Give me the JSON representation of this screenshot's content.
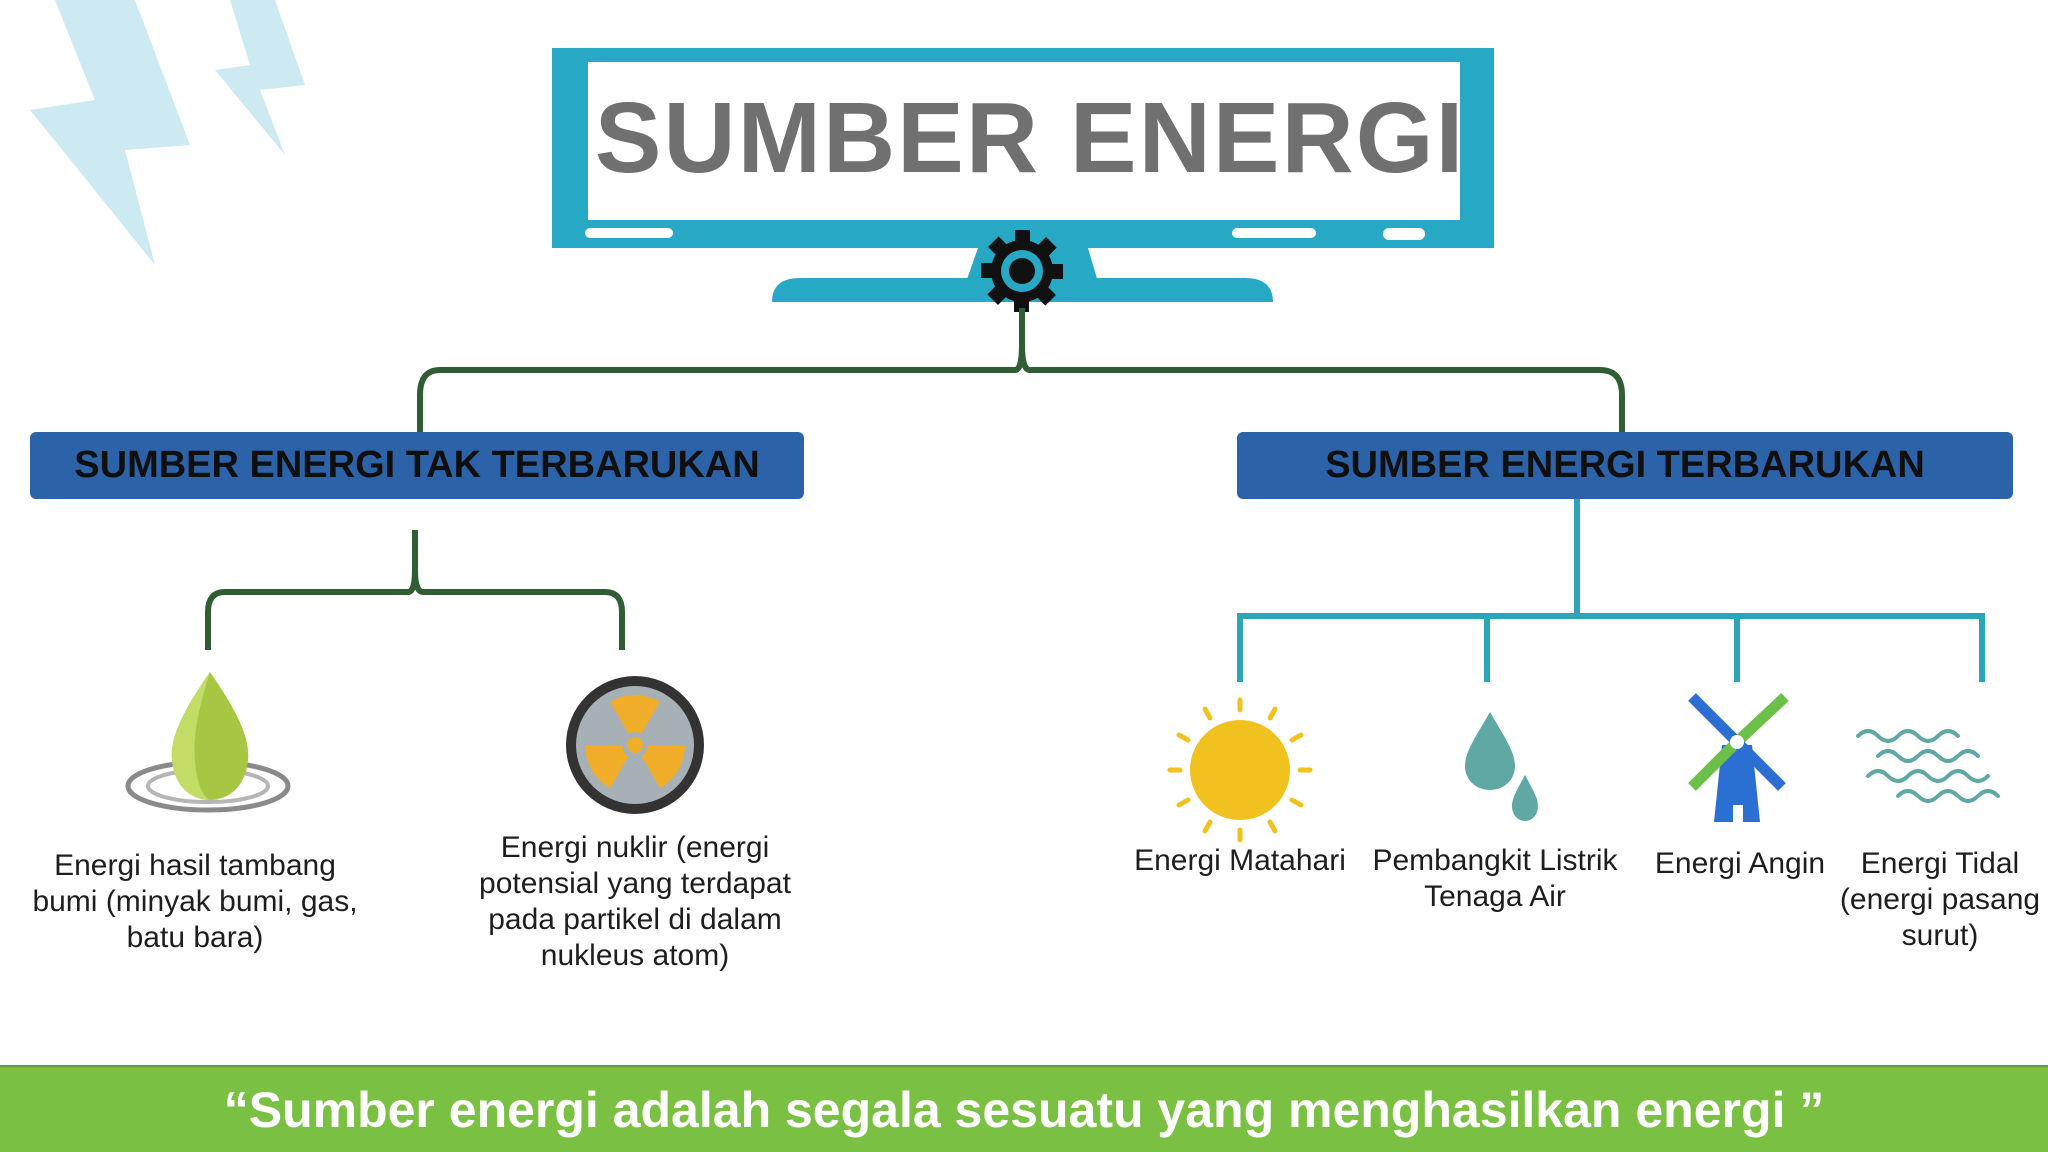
{
  "title": "SUMBER ENERGI",
  "categories": {
    "non_renewable": "SUMBER ENERGI TAK TERBARUKAN",
    "renewable": "SUMBER ENERGI TERBARUKAN"
  },
  "non_renewable_items": {
    "fossil": "Energi hasil tambang bumi (minyak bumi, gas, batu bara)",
    "nuclear": "Energi nuklir (energi potensial yang terdapat pada partikel di dalam nukleus atom)"
  },
  "renewable_items": {
    "solar": "Energi Matahari",
    "hydro": "Pembangkit Listrik Tenaga Air",
    "wind": "Energi Angin",
    "tidal": "Energi Tidal (energi pasang surut)"
  },
  "footer": "“Sumber energi adalah segala sesuatu yang menghasilkan energi ”",
  "colors": {
    "monitor": "#27a9c6",
    "category_box": "#2c62a8",
    "bracket_green": "#2f5d34",
    "renew_connector": "#2aa6b8",
    "footer_bg": "#7ac143",
    "sun": "#f1c21f",
    "water": "#5fa8a4",
    "bolt": "#cdeaf3"
  },
  "icons": [
    "lightning-bolt-icon",
    "gear-icon",
    "oil-drop-icon",
    "radiation-icon",
    "sun-icon",
    "water-drops-icon",
    "windmill-icon",
    "waves-icon"
  ]
}
